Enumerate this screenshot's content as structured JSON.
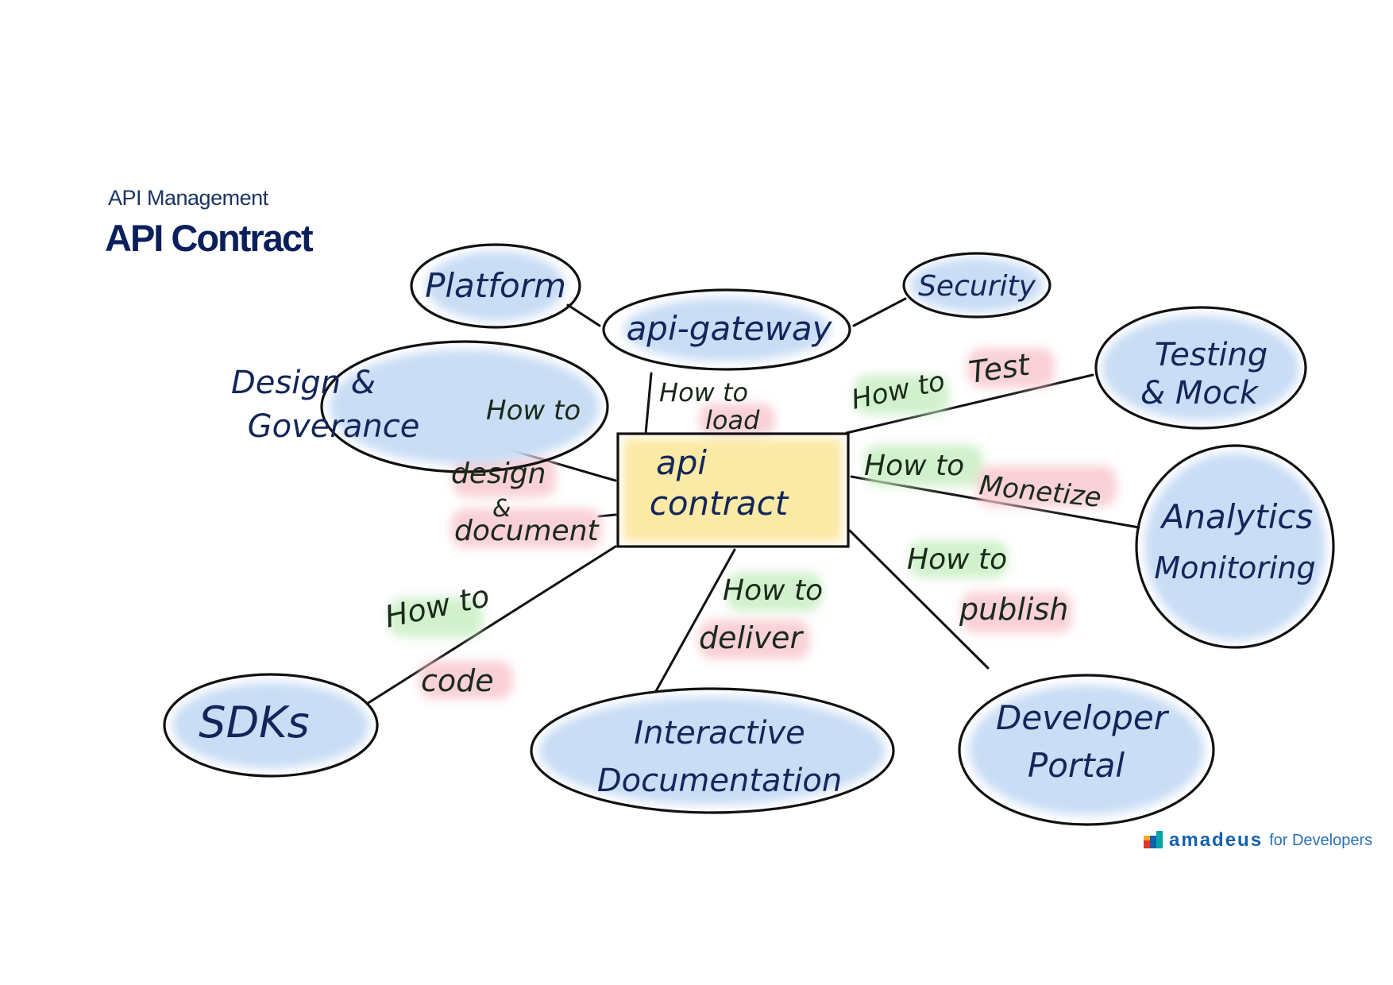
{
  "header": {
    "subtitle": "API Management",
    "title": "API Contract"
  },
  "diagram": {
    "center": {
      "line1": "api",
      "line2": "contract"
    },
    "nodes": {
      "platform": "Platform",
      "api_gateway": "api-gateway",
      "security": "Security",
      "design_line1": "Design &",
      "design_line2": "Goverance",
      "testing_line1": "Testing",
      "testing_line2": "& Mock",
      "analytics_line1": "Analytics",
      "analytics_line2": "Monitoring",
      "sdks": "SDKs",
      "interactive_line1": "Interactive",
      "interactive_line2": "Documentation",
      "developer_line1": "Developer",
      "developer_line2": "Portal"
    },
    "edges": {
      "load_how": "How to",
      "load_verb": "load",
      "design_how": "How to",
      "design_verb1": "design",
      "design_verb2": "&",
      "design_verb3": "document",
      "test_how": "How to",
      "test_verb": "Test",
      "monetize_how": "How to",
      "monetize_verb": "Monetize",
      "publish_how": "How to",
      "publish_verb": "publish",
      "deliver_how": "How to",
      "deliver_verb": "deliver",
      "code_how": "How to",
      "code_verb": "code"
    },
    "colors": {
      "node_fill": "#c9ddf5",
      "center_fill": "#fbe9a6",
      "how_highlight": "#c9efc4",
      "verb_highlight": "#f8c9cf",
      "ink": "#13265a"
    }
  },
  "footer": {
    "brand": "amadeus",
    "tagline": "for Developers"
  }
}
